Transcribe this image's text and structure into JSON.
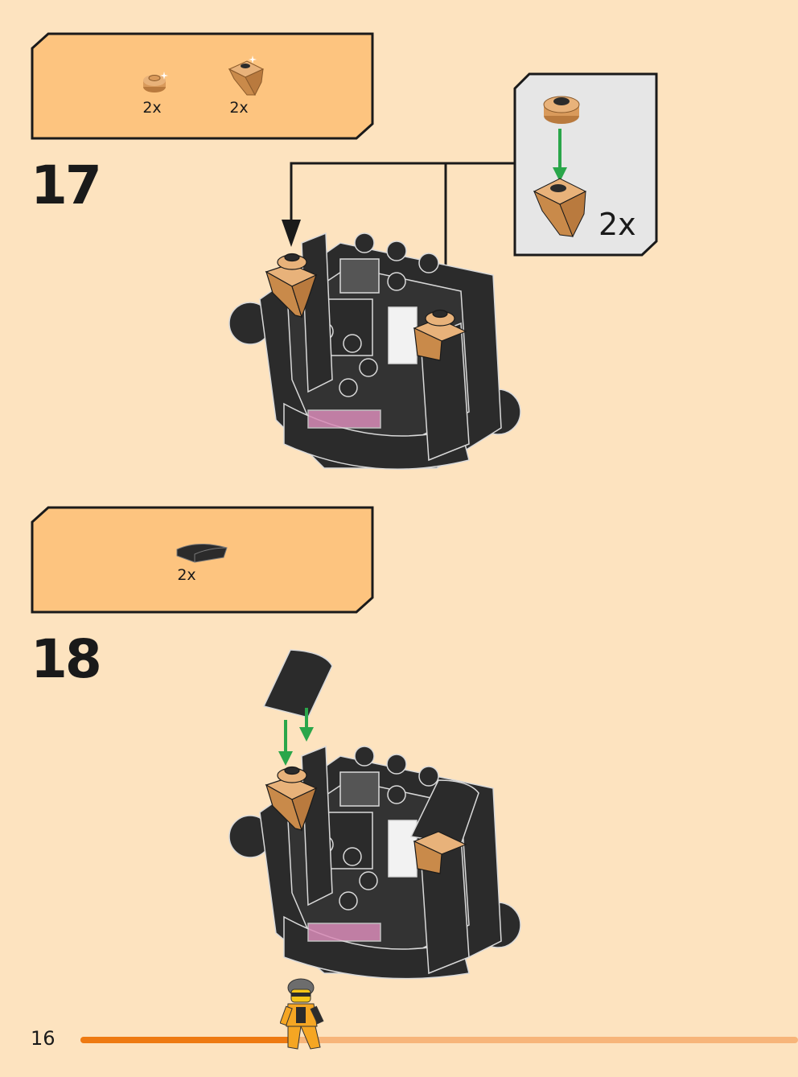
{
  "page": {
    "number": "16"
  },
  "progress": {
    "fraction": 0.3
  },
  "steps": [
    {
      "number": "17",
      "parts": [
        {
          "icon": "tan-round-plate-icon",
          "qty": "2x"
        },
        {
          "icon": "tan-slope-bracket-icon",
          "qty": "2x"
        }
      ],
      "callout": {
        "qty": "2x"
      }
    },
    {
      "number": "18",
      "parts": [
        {
          "icon": "black-curved-slope-icon",
          "qty": "2x"
        }
      ]
    }
  ],
  "colors": {
    "background": "#fde3bf",
    "parts_box": "#fdc47f",
    "callout_box": "#e6e6e6",
    "brick_black": "#2b2b2b",
    "tan": "#d99a5b",
    "arrow_green": "#2aa64a",
    "progress_fill": "#ee7a12",
    "progress_track": "#f7b57a"
  }
}
